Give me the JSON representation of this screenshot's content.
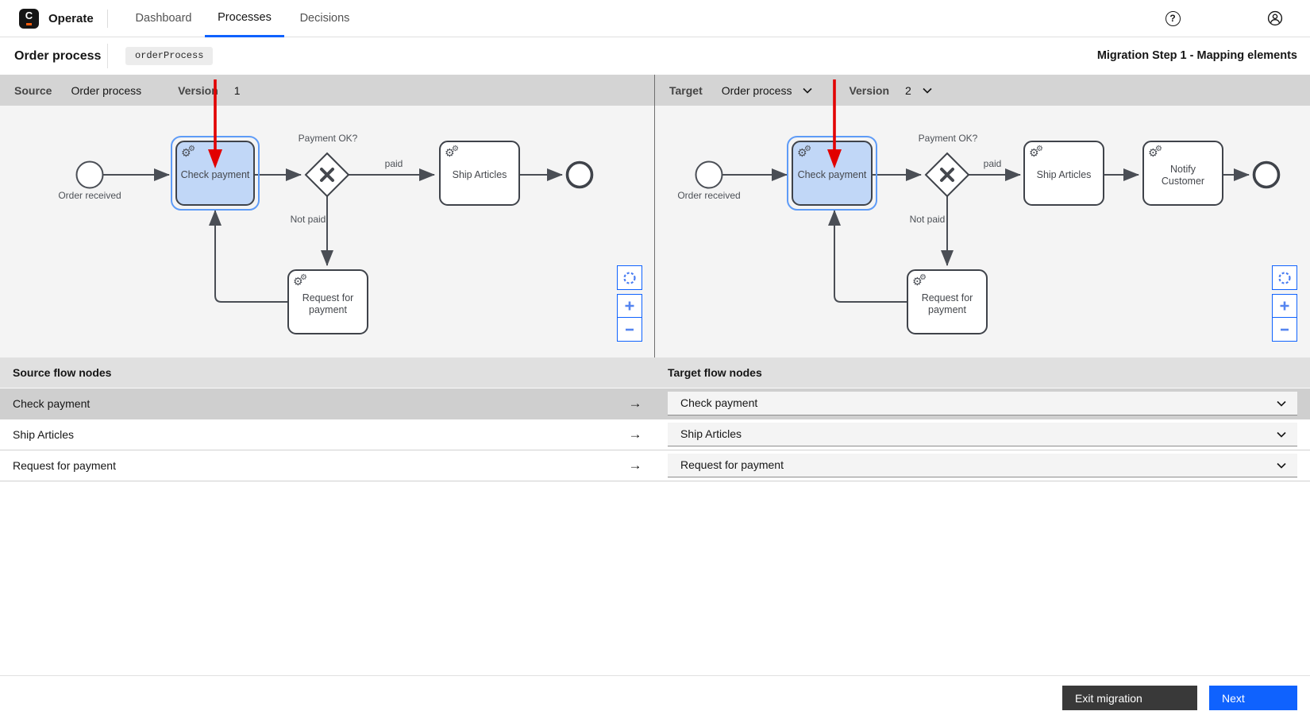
{
  "nav": {
    "logo_letter": "C",
    "brand": "Operate",
    "tabs": [
      {
        "label": "Dashboard",
        "active": false
      },
      {
        "label": "Processes",
        "active": true
      },
      {
        "label": "Decisions",
        "active": false
      }
    ]
  },
  "icons": {
    "help": "?",
    "arrow_right": "→"
  },
  "header": {
    "process_name": "Order process",
    "process_id": "orderProcess",
    "step_title": "Migration Step 1 - Mapping elements"
  },
  "source_panel": {
    "label": "Source",
    "process": "Order process",
    "version_label": "Version",
    "version": "1"
  },
  "target_panel": {
    "label": "Target",
    "process": "Order process",
    "version_label": "Version",
    "version": "2"
  },
  "diagram": {
    "source": {
      "start_label": "Order received",
      "task_check": "Check payment",
      "gateway_label": "Payment OK?",
      "flow_paid": "paid",
      "flow_not_paid": "Not paid",
      "task_ship": "Ship Articles",
      "task_request_line1": "Request for",
      "task_request_line2": "payment"
    },
    "target": {
      "start_label": "Order received",
      "task_check": "Check payment",
      "gateway_label": "Payment OK?",
      "flow_paid": "paid",
      "flow_not_paid": "Not paid",
      "task_ship": "Ship Articles",
      "task_notify_line1": "Notify",
      "task_notify_line2": "Customer",
      "task_request_line1": "Request for",
      "task_request_line2": "payment"
    }
  },
  "mapping_table": {
    "source_header": "Source flow nodes",
    "target_header": "Target flow nodes",
    "rows": [
      {
        "source": "Check payment",
        "target": "Check payment",
        "selected": true
      },
      {
        "source": "Ship Articles",
        "target": "Ship Articles",
        "selected": false
      },
      {
        "source": "Request for payment",
        "target": "Request for payment",
        "selected": false
      }
    ]
  },
  "footer": {
    "exit_label": "Exit migration",
    "next_label": "Next"
  },
  "colors": {
    "accent": "#0f62fe",
    "selection_outline": "#5e9bf7",
    "highlight_task_fill": "#c1d7f7",
    "migration_arrow_red": "#e20000",
    "button_dark": "#393939",
    "panel_header_bg": "#d4d4d4",
    "diagram_bg": "#f4f4f4",
    "table_header_bg": "#e0e0e0",
    "selected_row_bg": "#cfcfcf"
  }
}
